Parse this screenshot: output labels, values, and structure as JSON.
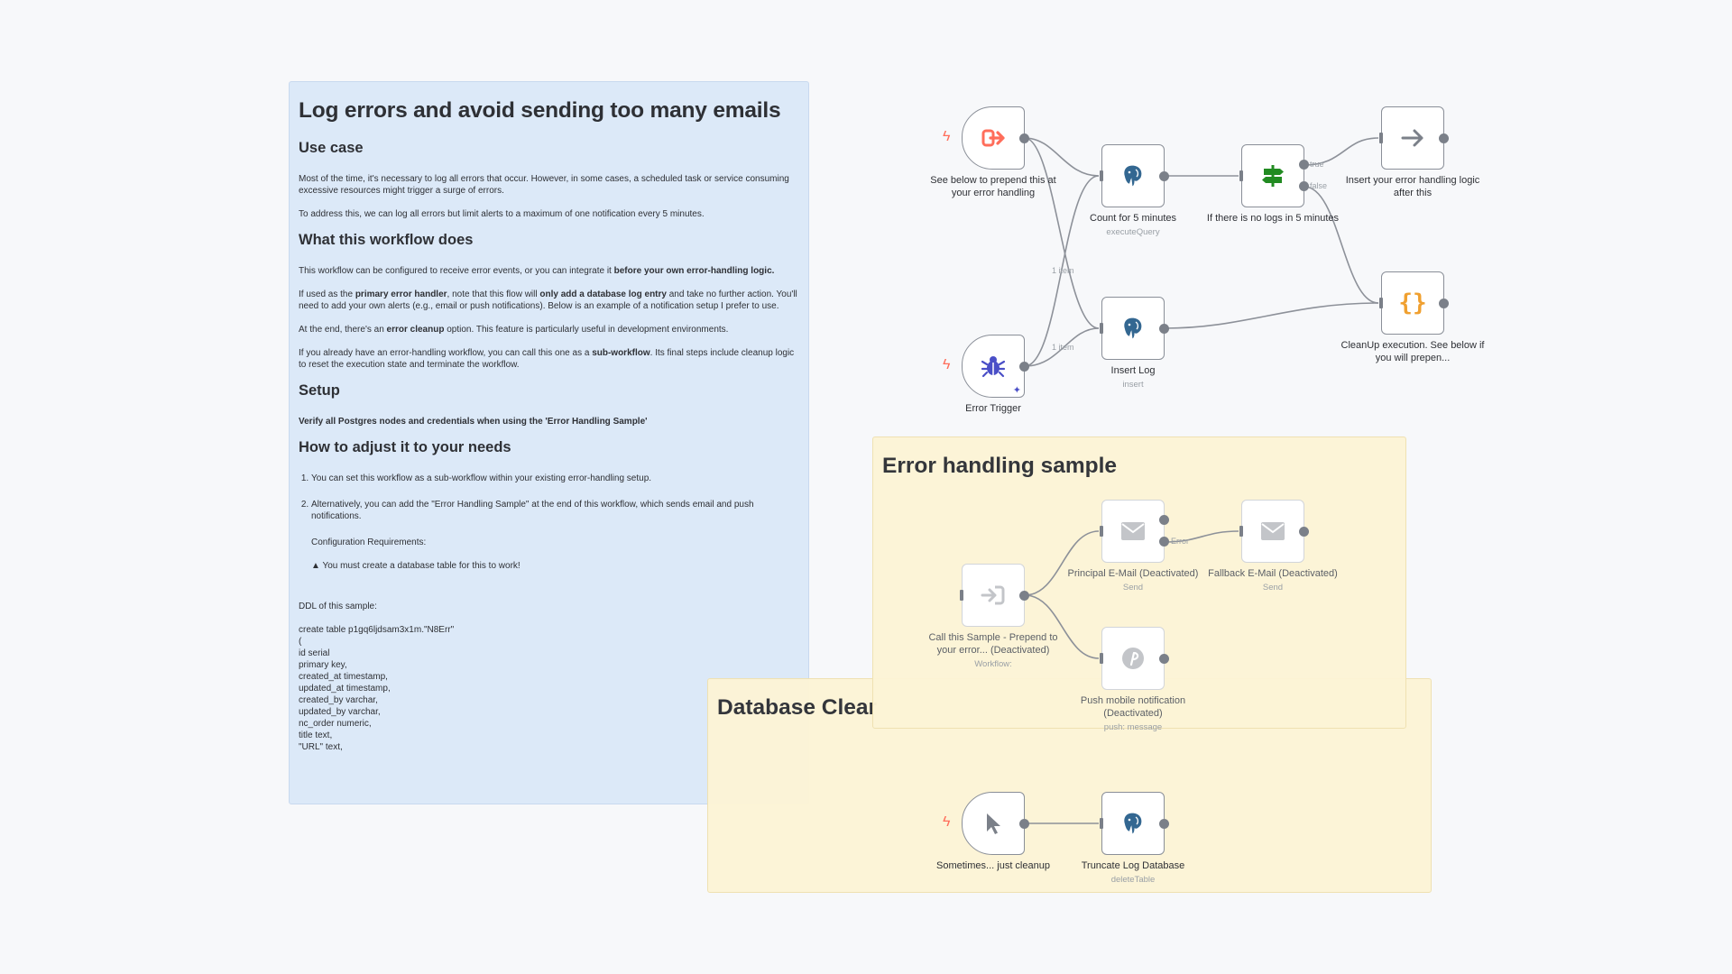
{
  "main_note": {
    "title": "Log errors and avoid sending too many emails",
    "use_case_heading": "Use case",
    "use_case_p1": "Most of the time, it's necessary to log all errors that occur. However, in some cases, a scheduled task or service consuming excessive resources might trigger a surge of errors.",
    "use_case_p2": "To address this, we can log all errors but limit alerts to a maximum of one notification every 5 minutes.",
    "what_heading": "What this workflow does",
    "what_p1_a": "This workflow can be configured to receive error events, or you can integrate it ",
    "what_p1_b": "before your own error-handling logic.",
    "what_p2_a": "If used as the ",
    "what_p2_b": "primary error handler",
    "what_p2_c": ", note that this flow will ",
    "what_p2_d": "only add a database log entry",
    "what_p2_e": " and take no further action. You'll need to add your own alerts (e.g., email or push notifications). Below is an example of a notification setup I prefer to use.",
    "what_p3_a": "At the end, there's an ",
    "what_p3_b": "error cleanup",
    "what_p3_c": " option. This feature is particularly useful in development environments.",
    "what_p4_a": "If you already have an error-handling workflow, you can call this one as a ",
    "what_p4_b": "sub-workflow",
    "what_p4_c": ". Its final steps include cleanup logic to reset the execution state and terminate the workflow.",
    "setup_heading": "Setup",
    "setup_p": "Verify all Postgres nodes and credentials when using the 'Error Handling Sample'",
    "adjust_heading": "How to adjust it to your needs",
    "adjust_items": [
      "You can set this workflow as a sub-workflow within your existing error-handling setup.",
      "Alternatively, you can add the \"Error Handling Sample\" at the end of this workflow, which sends email and push notifications."
    ],
    "config_req": "Configuration Requirements:",
    "warning": "▲ You must create a database table for this to work!",
    "ddl_label": "DDL of this sample:",
    "ddl_lines": [
      "create table p1gq6ljdsam3x1m.\"N8Err\"",
      "(",
      "id serial",
      "primary key,",
      "created_at timestamp,",
      "updated_at timestamp,",
      "created_by varchar,",
      "updated_by varchar,",
      "nc_order numeric,",
      "title text,",
      "\"URL\" text,"
    ]
  },
  "sample_note": {
    "title": "Error handling sample"
  },
  "cleanup_note": {
    "title": "Database Clear"
  },
  "edge_labels": {
    "true": "true",
    "false": "false",
    "one_item_a": "1 item",
    "one_item_b": "1 item",
    "error": "Error"
  },
  "nodes": {
    "prepend": {
      "label": "See below to prepend this at your error handling",
      "icon": "sign-out-icon",
      "color": "#ff6d5a"
    },
    "count": {
      "label": "Count for 5 minutes",
      "sub": "executeQuery",
      "icon": "postgres-icon",
      "color": "#336791"
    },
    "if_nologs": {
      "label": "If there is no logs in 5 minutes",
      "icon": "signpost-icon",
      "color": "#228b22"
    },
    "insert_logic": {
      "label": "Insert your error handling logic after this",
      "icon": "arrow-right-icon",
      "color": "#7b8089"
    },
    "cleanup_exec": {
      "label": "CleanUp execution. See below if you will prepen...",
      "icon": "braces-icon",
      "color": "#f0a030"
    },
    "insert_log": {
      "label": "Insert Log",
      "sub": "insert",
      "icon": "postgres-icon",
      "color": "#336791"
    },
    "error_trigger": {
      "label": "Error Trigger",
      "icon": "bug-icon",
      "color": "#4a4fc7"
    },
    "call_sample": {
      "label": "Call this Sample - Prepend to your error... (Deactivated)",
      "sub": "Workflow:",
      "icon": "sign-in-icon",
      "color": "#7b8089"
    },
    "principal_email": {
      "label": "Principal E-Mail (Deactivated)",
      "sub": "Send",
      "icon": "envelope-icon",
      "color": "#7b8089"
    },
    "fallback_email": {
      "label": "Fallback E-Mail (Deactivated)",
      "sub": "Send",
      "icon": "envelope-icon",
      "color": "#7b8089"
    },
    "push": {
      "label": "Push mobile notification (Deactivated)",
      "sub": "push: message",
      "icon": "pushover-icon",
      "color": "#7b8089"
    },
    "cleanup_trigger": {
      "label": "Sometimes... just cleanup",
      "icon": "cursor-icon",
      "color": "#7b8089"
    },
    "truncate": {
      "label": "Truncate Log Database",
      "sub": "deleteTable",
      "icon": "postgres-icon",
      "color": "#336791"
    }
  }
}
